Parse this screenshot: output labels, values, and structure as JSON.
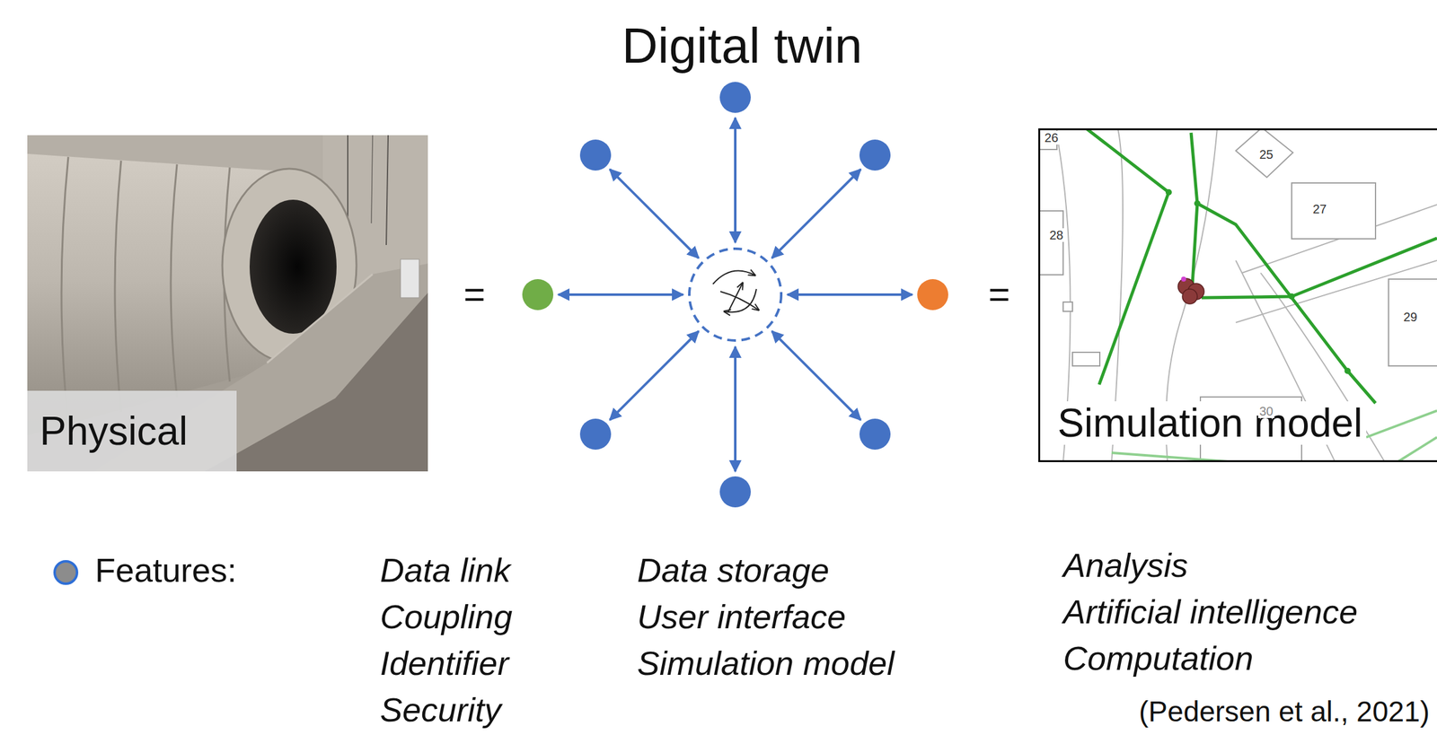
{
  "diagram": {
    "title": "Digital twin",
    "nodes": [
      {
        "text": [
          "Physical"
        ]
      },
      {
        "text": [
          "Simulation model"
        ]
      }
    ],
    "labels": [
      "=",
      "=",
      "26",
      "25",
      "27",
      "28",
      "29",
      "30",
      "Data link",
      "Coupling",
      "Identifier",
      "Security",
      "Data storage",
      "User interface",
      "Simulation model",
      "Analysis",
      "Artificial intelligence",
      "Computation",
      "(Pedersen et al., 2021)"
    ],
    "legend": [
      {
        "text": "Features:"
      }
    ]
  }
}
